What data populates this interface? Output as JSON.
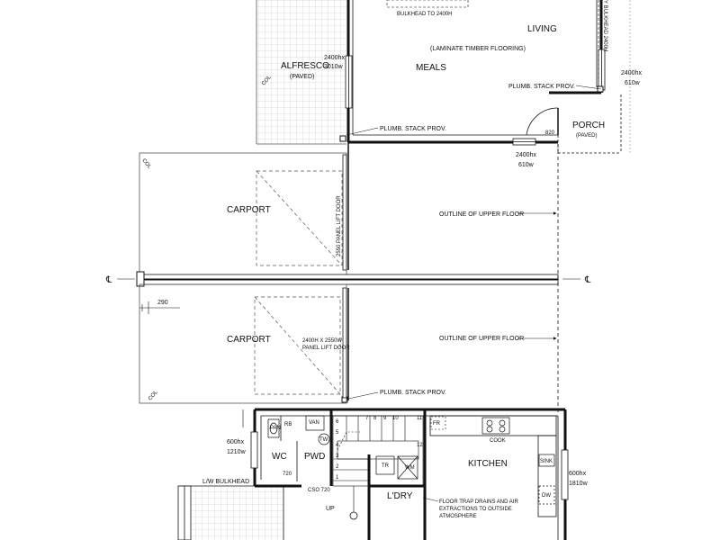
{
  "rooms": {
    "living": "LIVING",
    "meals": "MEALS",
    "alfresco": "ALFRESCO",
    "alfresco_sub": "(PAVED)",
    "porch": "PORCH",
    "porch_sub": "(PAVED)",
    "carport_top": "CARPORT",
    "carport_bottom": "CARPORT",
    "kitchen": "KITCHEN",
    "wc": "WC",
    "pwd": "PWD",
    "ldry": "L'DRY"
  },
  "notes": {
    "bulkhead_top": "BULKHEAD TO 2400H",
    "flooring": "(LAMINATE TIMBER FLOORING)",
    "plumb_stack_1": "PLUMB. STACK PROV.",
    "plumb_stack_2": "PLUMB. STACK PROV.",
    "plumb_stack_3": "PLUMB. STACK PROV.",
    "outline_upper_1": "OUTLINE OF UPPER FLOOR",
    "outline_upper_2": "OUTLINE OF UPPER FLOOR",
    "panel_door_1": "2550 PANEL LIFT DOOR",
    "panel_door_2a": "2400H X 2550W",
    "panel_door_2b": "PANEL LIFT DOOR",
    "bulkhead_right": "Y BULKHEAD 2400H",
    "lw_bulkhead": "L/W BULKHEAD",
    "floor_trap_1": "FLOOR TRAP DRAINS AND AIR",
    "floor_trap_2": "EXTRACTIONS TO OUTSIDE",
    "floor_trap_3": "ATMOSPHERE",
    "up": "UP",
    "col_1": "COL",
    "col_2": "COL",
    "col_3": "COL",
    "centerline_left": "℄",
    "centerline_right": "℄"
  },
  "dimensions": {
    "alfresco_h": "2400hx",
    "alfresco_w": "3010w",
    "window_right_h": "2400hx",
    "window_right_w": "610w",
    "window_mid_h": "2400hx",
    "window_mid_w": "610w",
    "door_820": "820",
    "dim_290": "290",
    "wc_window_h": "600hx",
    "wc_window_w": "1210w",
    "kitchen_window_h": "600hx",
    "kitchen_window_w": "1810w",
    "wc_720": "720",
    "cso_720": "CSO 720"
  },
  "fixtures": {
    "van": "VAN",
    "tw": "TW",
    "fr": "FR",
    "cook": "COOK",
    "sink": "SINK",
    "dw": "DW",
    "tr": "TR",
    "wm": "WM",
    "pan": "PAN",
    "rb": "RB"
  },
  "stairs": [
    "1",
    "2",
    "3",
    "4",
    "5",
    "6",
    "7",
    "8",
    "9",
    "10",
    "11",
    "12"
  ]
}
